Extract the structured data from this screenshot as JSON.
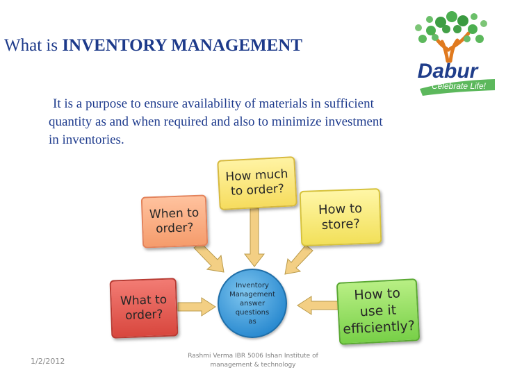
{
  "slide": {
    "title_prefix": "What is ",
    "title_bold": "INVENTORY MANAGEMENT",
    "body_lines": [
      "It is a purpose to ensure availability of materials in sufficient",
      "quantity as and when required and also to minimize investment",
      "in inventories."
    ]
  },
  "logo": {
    "brand": "Dabur",
    "tagline": "Celebrate Life!"
  },
  "diagram": {
    "center_lines": [
      "Inventory",
      "Management",
      "answer",
      "questions",
      "as"
    ],
    "when": [
      "When to",
      "order?"
    ],
    "much": [
      "How much",
      "to order?"
    ],
    "store": [
      "How to",
      "store?"
    ],
    "what": [
      "What to",
      "order?"
    ],
    "use": [
      "How to",
      "use it",
      "efficiently?"
    ]
  },
  "footer": {
    "date": "1/2/2012",
    "credit_lines": [
      "Rashmi Verma IBR 5006 Ishan Institute of",
      "management & technology"
    ]
  },
  "colors": {
    "title": "#1d3a8a",
    "center": "#2a8ad0",
    "when": "#f59c6c",
    "much": "#f6dc5e",
    "store": "#f2e05a",
    "what": "#d8473e",
    "use": "#78d048",
    "arrow": "#f3cf84"
  }
}
